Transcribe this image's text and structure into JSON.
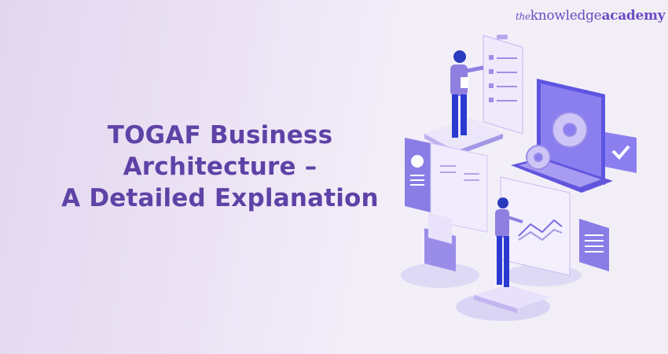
{
  "brand": {
    "logo_prefix": "the",
    "logo_main": "knowledge",
    "logo_suffix": "academy"
  },
  "banner": {
    "title_lines": [
      "TOGAF Business",
      "Architecture –",
      "A Detailed Explanation"
    ]
  },
  "illustration": {
    "description": "Isometric illustration: man with clipboard checklist on platform, laptop with gears and checkmark card, profile card, documents, envelope, woman analyzing line chart on platform",
    "colors": {
      "primary": "#6b5ce7",
      "light": "#d9cff5",
      "dark": "#2e3cc9",
      "text": "#5e42a6"
    }
  }
}
